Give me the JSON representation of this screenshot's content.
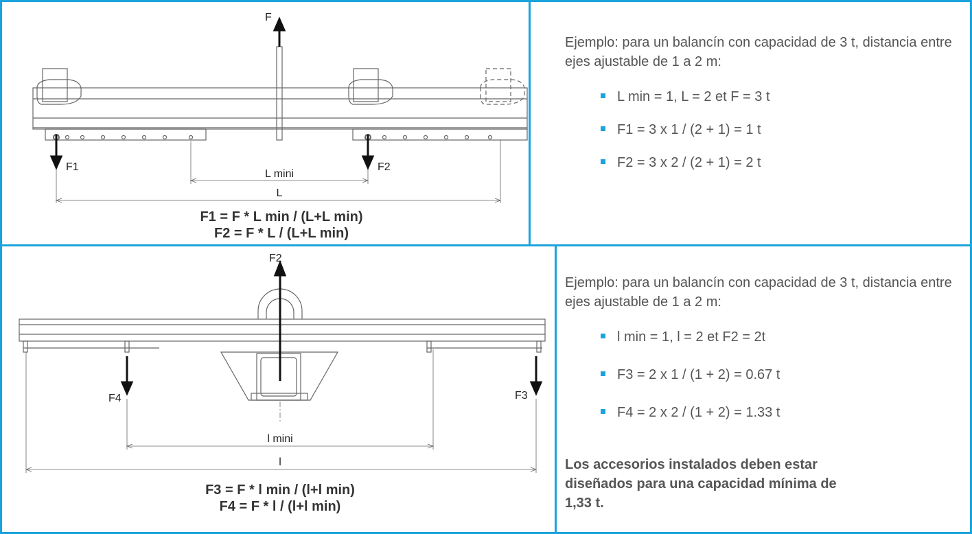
{
  "colors": {
    "accent": "#1aa3dc",
    "drawing": "#666666",
    "text": "#555555"
  },
  "top": {
    "diagram": {
      "force_top": "F",
      "force_left": "F1",
      "force_right": "F2",
      "dim_inner": "L mini",
      "dim_outer": "L"
    },
    "formula_line1": "F1 = F * L min / (L+L min)",
    "formula_line2": "F2 = F * L / (L+L min)",
    "intro": "Ejemplo: para un balancín con capacidad de 3 t, distancia entre ejes ajustable de 1 a 2 m:",
    "bullets": [
      "L min = 1, L = 2 et F = 3 t",
      "F1 = 3 x 1 / (2 + 1) = 1 t",
      "F2 = 3 x 2 / (2 + 1) = 2 t"
    ]
  },
  "bottom": {
    "diagram": {
      "force_top": "F2",
      "force_left": "F4",
      "force_right": "F3",
      "dim_inner": "l mini",
      "dim_outer": "l"
    },
    "formula_line1": "F3 = F * l min / (l+l min)",
    "formula_line2": "F4 = F * l / (l+l min)",
    "intro": "Ejemplo: para un balancín con capacidad de 3 t, distancia entre ejes ajustable de 1 a 2 m:",
    "bullets": [
      "l min = 1, l = 2 et F2 = 2t",
      "F3 = 2 x 1 / (1 + 2) = 0.67 t",
      "F4 = 2 x 2 / (1 + 2) = 1.33 t"
    ],
    "note": "Los accesorios instalados deben estar diseñados para una capacidad mínima de 1,33 t."
  }
}
